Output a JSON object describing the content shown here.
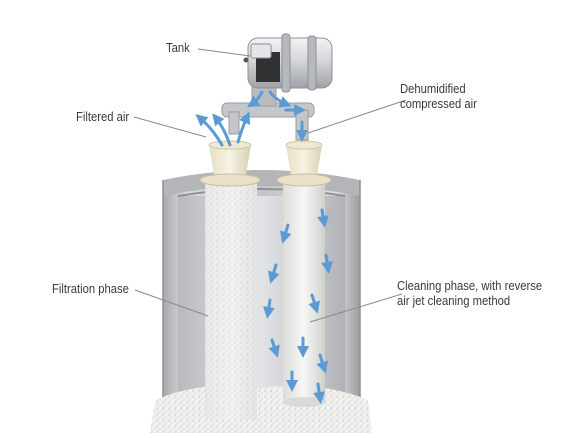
{
  "labels": {
    "tank": "Tank",
    "filtered_air": "Filtered air",
    "dehumidified_line1": "Dehumidified",
    "dehumidified_line2": "compressed air",
    "filtration_phase": "Filtration phase",
    "cleaning_line1": "Cleaning phase, with reverse",
    "cleaning_line2": "air jet cleaning method"
  },
  "colors": {
    "arrow": "#5b9bd5",
    "housing": "#c9cbcf",
    "filter_media": "#eeeeec",
    "label_text": "#3a3a3a",
    "leader_line": "#8a8a8a"
  }
}
